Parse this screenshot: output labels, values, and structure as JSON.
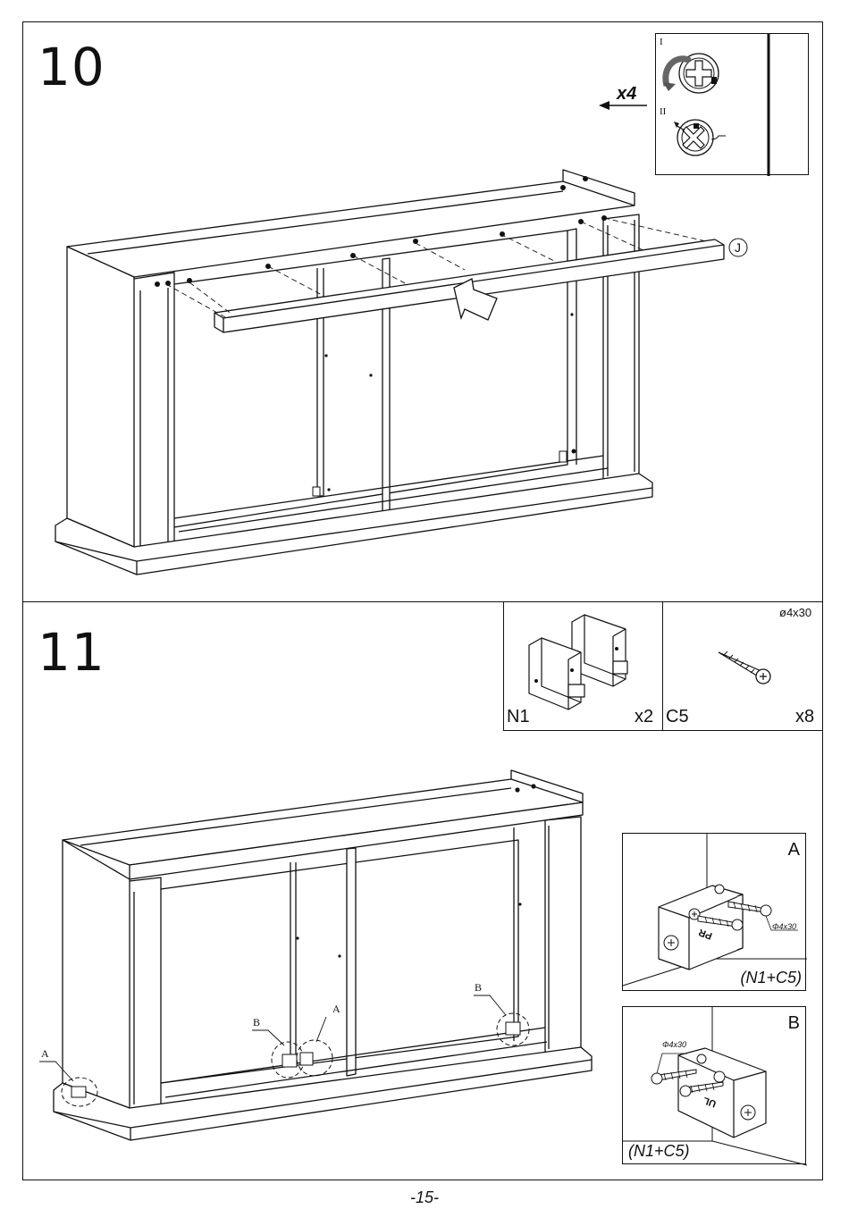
{
  "steps": [
    {
      "number": "10",
      "part_label": "J",
      "quantity": "x4",
      "inset_labels": [
        "I",
        "II"
      ]
    },
    {
      "number": "11",
      "parts": [
        {
          "code": "N1",
          "qty": "x2"
        },
        {
          "code": "C5",
          "qty": "x8",
          "size": "ø4x30"
        }
      ],
      "callouts": [
        "A",
        "B",
        "A",
        "B"
      ],
      "details": [
        {
          "label": "A",
          "screw_size": "Φ4x30",
          "combo": "(N1+C5)",
          "stamp": "PR"
        },
        {
          "label": "B",
          "screw_size": "Φ4x30",
          "combo": "(N1+C5)",
          "stamp": "UL"
        }
      ]
    }
  ],
  "page_number": "-15-",
  "colors": {
    "line": "#111111",
    "background": "#ffffff"
  }
}
